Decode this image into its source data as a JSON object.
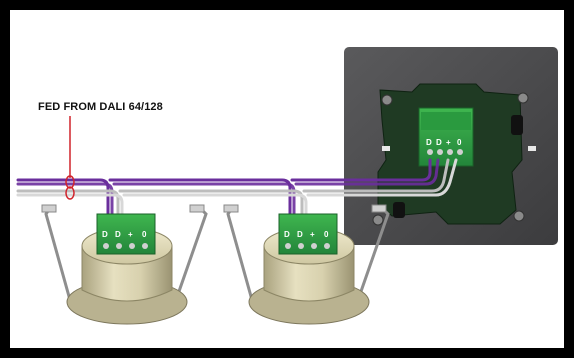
{
  "diagram": {
    "label": "FED FROM DALI 64/128",
    "terminal_labels": [
      "D",
      "D",
      "+",
      "0"
    ],
    "colors": {
      "border": "#000000",
      "background": "#ffffff",
      "plate": "#4a4a4c",
      "pcb": "#1f3a23",
      "terminal_block": "#2f9a3e",
      "dali_wire": "#6a2e9c",
      "supply_wire": "#c8c8c8",
      "sensor_body": "#cfc8a2",
      "marker": "#d1222a"
    },
    "icons": [
      "wall-plate",
      "ceiling-sensor",
      "ceiling-sensor",
      "terminal-block"
    ]
  }
}
